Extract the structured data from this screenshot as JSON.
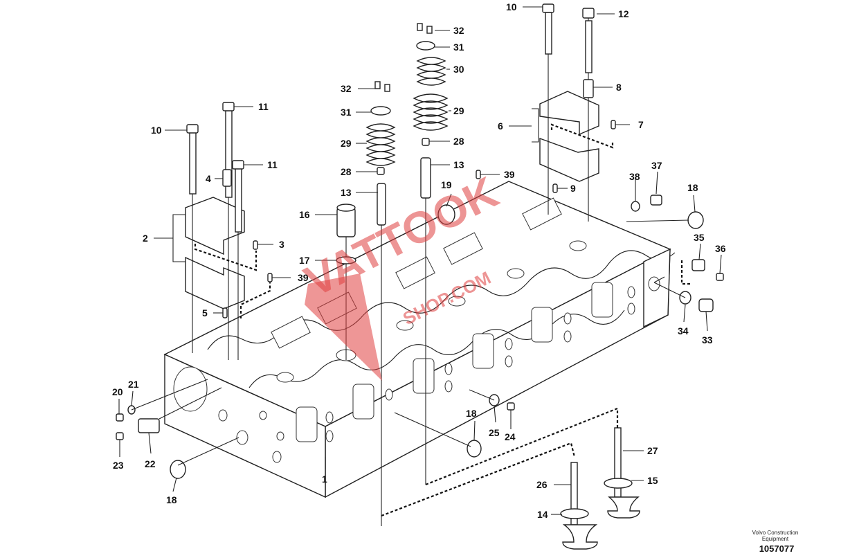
{
  "diagram": {
    "callouts": [
      {
        "id": "c1",
        "label": "1"
      },
      {
        "id": "c2",
        "label": "2"
      },
      {
        "id": "c3",
        "label": "3"
      },
      {
        "id": "c4",
        "label": "4"
      },
      {
        "id": "c5",
        "label": "5"
      },
      {
        "id": "c6",
        "label": "6"
      },
      {
        "id": "c7",
        "label": "7"
      },
      {
        "id": "c8",
        "label": "8"
      },
      {
        "id": "c9",
        "label": "9"
      },
      {
        "id": "c10a",
        "label": "10"
      },
      {
        "id": "c10b",
        "label": "10"
      },
      {
        "id": "c11a",
        "label": "11"
      },
      {
        "id": "c11b",
        "label": "11"
      },
      {
        "id": "c12",
        "label": "12"
      },
      {
        "id": "c13a",
        "label": "13"
      },
      {
        "id": "c13b",
        "label": "13"
      },
      {
        "id": "c14",
        "label": "14"
      },
      {
        "id": "c15",
        "label": "15"
      },
      {
        "id": "c16",
        "label": "16"
      },
      {
        "id": "c17",
        "label": "17"
      },
      {
        "id": "c18a",
        "label": "18"
      },
      {
        "id": "c18b",
        "label": "18"
      },
      {
        "id": "c18c",
        "label": "18"
      },
      {
        "id": "c19",
        "label": "19"
      },
      {
        "id": "c20",
        "label": "20"
      },
      {
        "id": "c21",
        "label": "21"
      },
      {
        "id": "c22",
        "label": "22"
      },
      {
        "id": "c23",
        "label": "23"
      },
      {
        "id": "c24",
        "label": "24"
      },
      {
        "id": "c25",
        "label": "25"
      },
      {
        "id": "c26",
        "label": "26"
      },
      {
        "id": "c27",
        "label": "27"
      },
      {
        "id": "c28a",
        "label": "28"
      },
      {
        "id": "c28b",
        "label": "28"
      },
      {
        "id": "c29a",
        "label": "29"
      },
      {
        "id": "c29b",
        "label": "29"
      },
      {
        "id": "c30",
        "label": "30"
      },
      {
        "id": "c31a",
        "label": "31"
      },
      {
        "id": "c31b",
        "label": "31"
      },
      {
        "id": "c32a",
        "label": "32"
      },
      {
        "id": "c32b",
        "label": "32"
      },
      {
        "id": "c33",
        "label": "33"
      },
      {
        "id": "c34",
        "label": "34"
      },
      {
        "id": "c35",
        "label": "35"
      },
      {
        "id": "c36",
        "label": "36"
      },
      {
        "id": "c37",
        "label": "37"
      },
      {
        "id": "c38",
        "label": "38"
      },
      {
        "id": "c39a",
        "label": "39"
      },
      {
        "id": "c39b",
        "label": "39"
      }
    ],
    "watermark": {
      "line1": "VATTOOK",
      "line2": "SHOP.COM",
      "color": "#e04040"
    }
  },
  "footer": {
    "brand_line1": "Volvo Construction",
    "brand_line2": "Equipment",
    "doc_number": "1057077"
  }
}
